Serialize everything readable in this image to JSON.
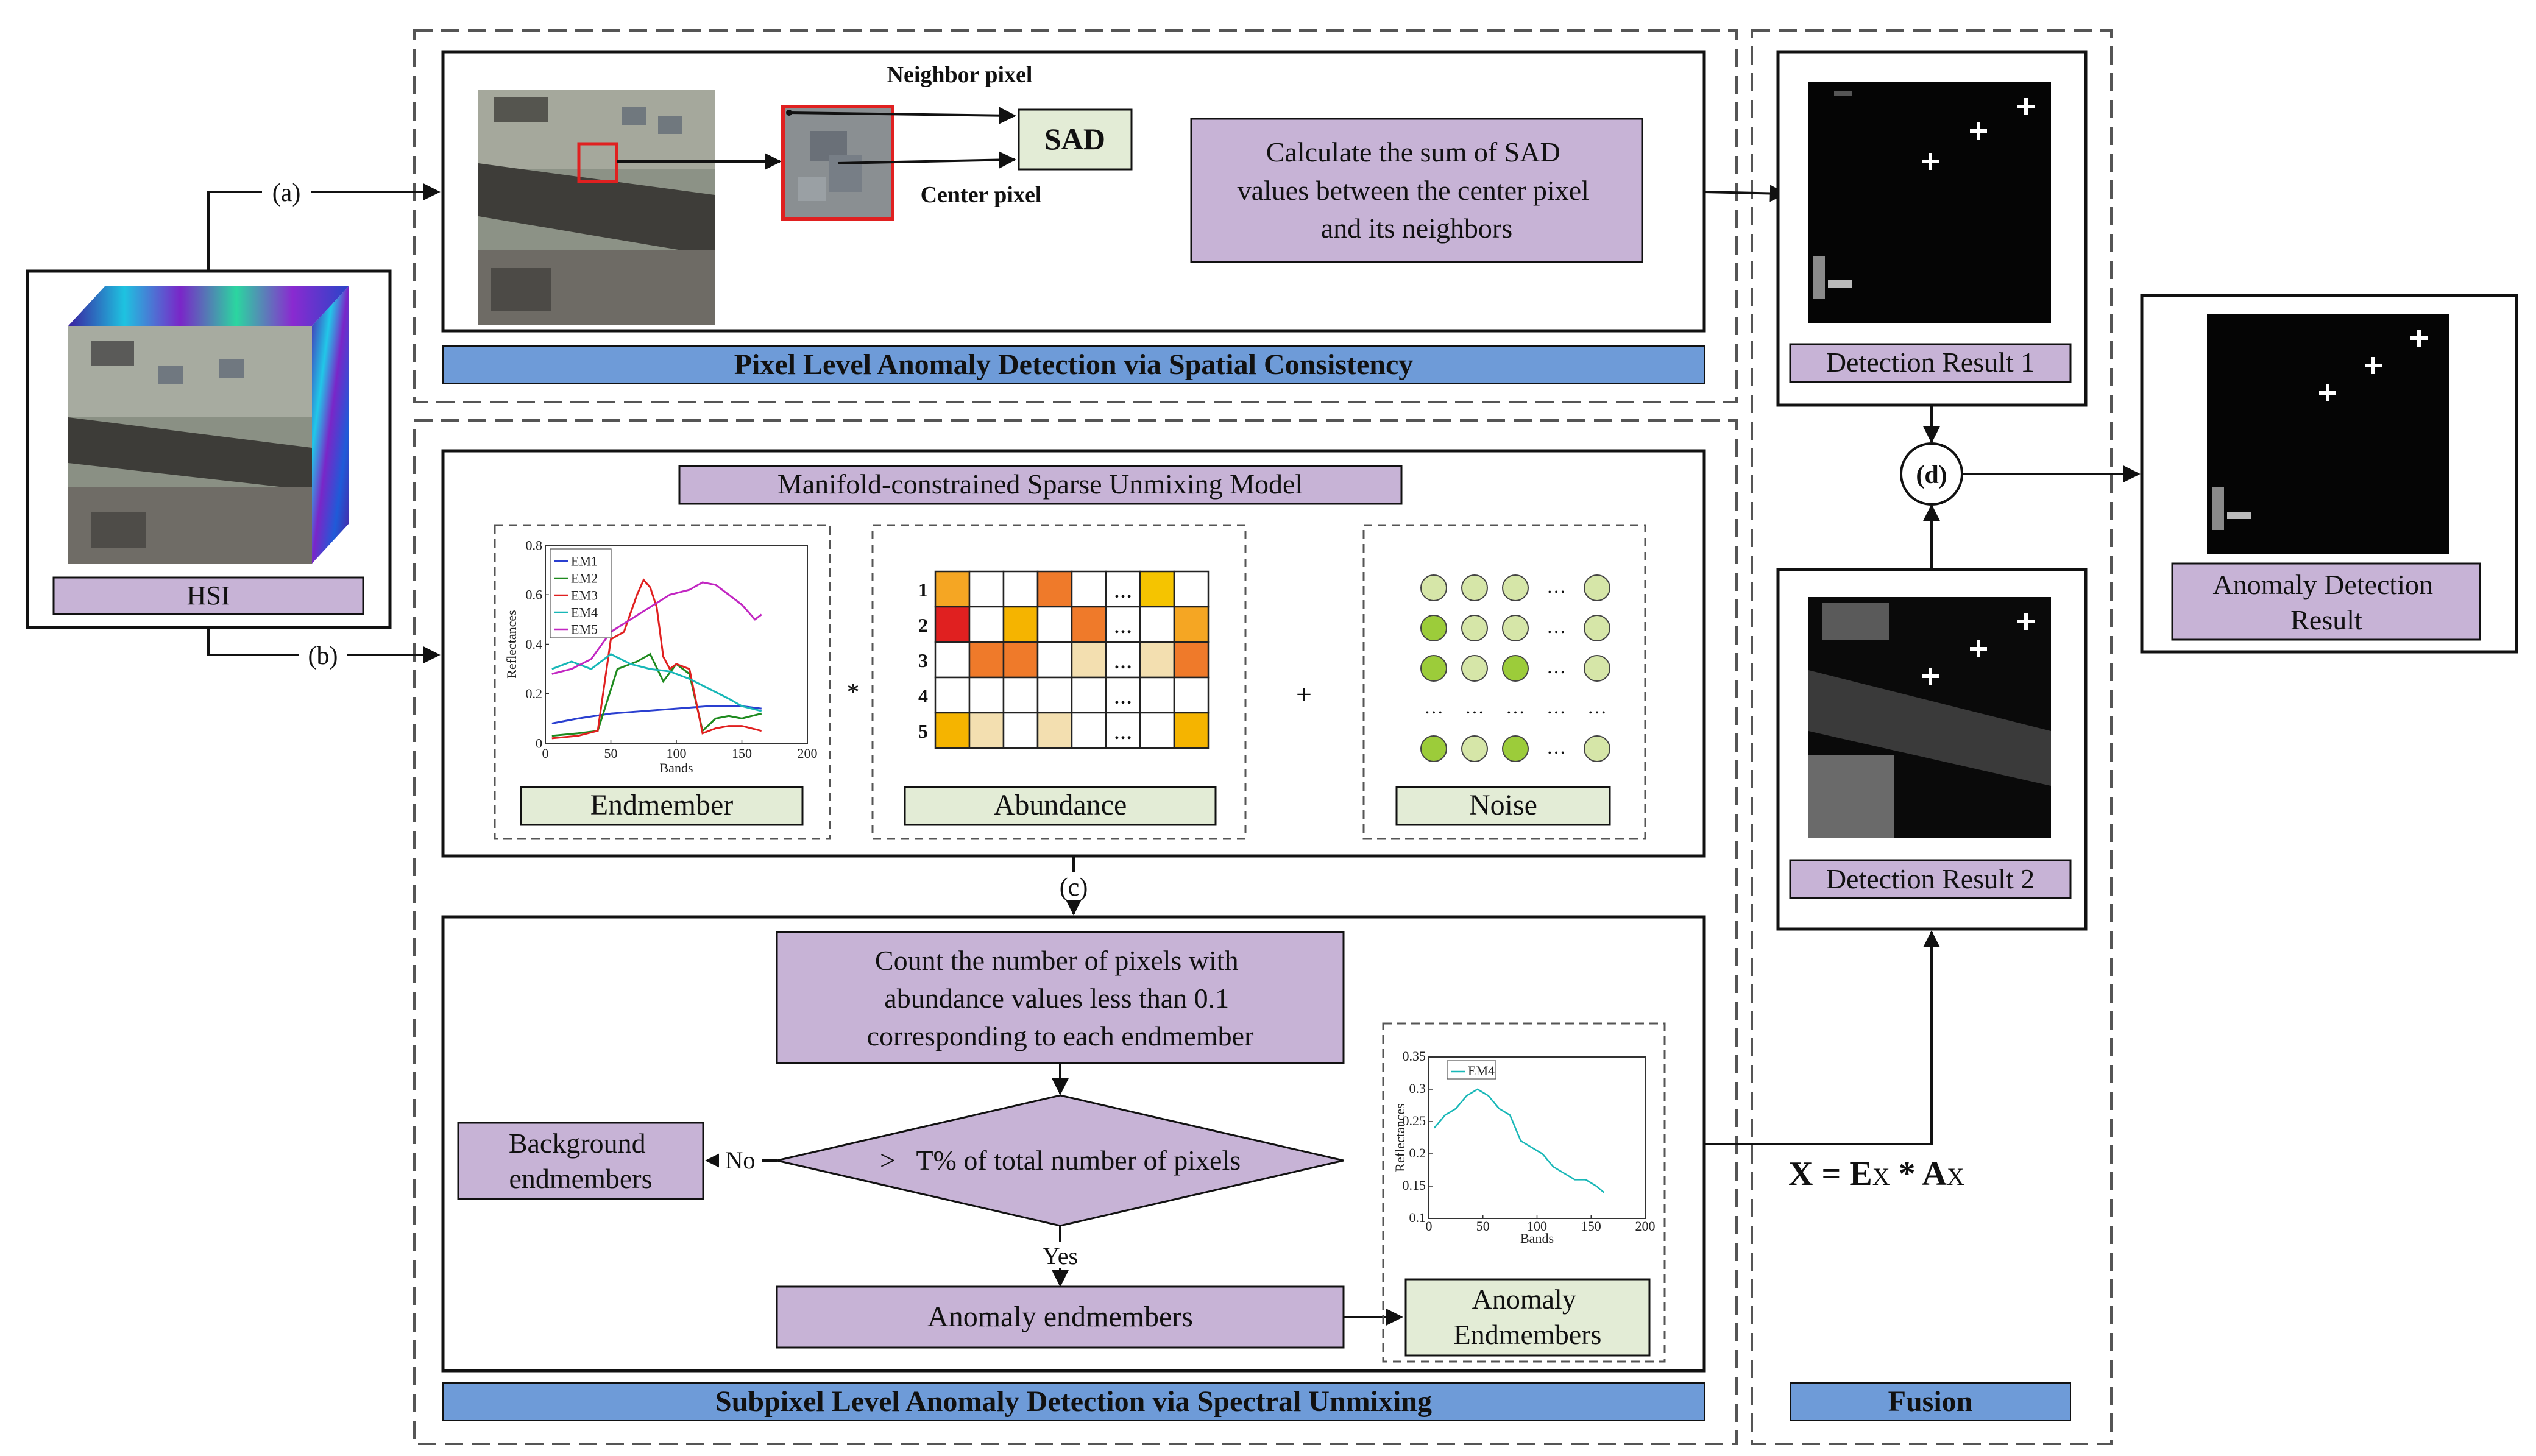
{
  "colors": {
    "purple": "#c7b3d6",
    "blue_banner": "#6e9bd8",
    "green_box": "#e3ecd6",
    "panel_border": "#111111",
    "dash": "#555555"
  },
  "hsi": {
    "label": "HSI"
  },
  "arrows": {
    "a": "(a)",
    "b": "(b)",
    "c": "(c)",
    "d": "(d)"
  },
  "pixel_level": {
    "neighbor_label": "Neighbor pixel",
    "center_label": "Center pixel",
    "sad_label": "SAD",
    "calc_text": [
      "Calculate the sum of SAD",
      "values between the center pixel",
      "and its neighbors"
    ],
    "banner": "Pixel Level Anomaly Detection via Spatial Consistency"
  },
  "unmixing": {
    "title": "Manifold-constrained Sparse Unmixing Model",
    "endmember_label": "Endmember",
    "abundance_label": "Abundance",
    "noise_label": "Noise",
    "times": "*",
    "plus": "+",
    "row_labels": [
      "1",
      "2",
      "3",
      "4",
      "5"
    ],
    "dots": "…"
  },
  "endmember_chart": {
    "type": "line",
    "xlabel": "Bands",
    "ylabel": "Reflectances",
    "xlim": [
      0,
      200
    ],
    "ylim": [
      0,
      0.8
    ],
    "x_ticks": [
      "0",
      "50",
      "100",
      "150",
      "200"
    ],
    "y_ticks": [
      "0",
      "0.2",
      "0.4",
      "0.6",
      "0.8"
    ],
    "legend": "top-left",
    "series": [
      {
        "name": "EM1",
        "color": "#2a3fd0",
        "x": [
          5,
          25,
          50,
          75,
          100,
          125,
          150,
          165
        ],
        "y": [
          0.08,
          0.1,
          0.12,
          0.13,
          0.14,
          0.15,
          0.15,
          0.14
        ]
      },
      {
        "name": "EM2",
        "color": "#1e8a1e",
        "x": [
          5,
          25,
          40,
          55,
          70,
          80,
          90,
          100,
          110,
          120,
          130,
          140,
          150,
          165
        ],
        "y": [
          0.03,
          0.04,
          0.05,
          0.3,
          0.33,
          0.36,
          0.25,
          0.32,
          0.28,
          0.05,
          0.1,
          0.11,
          0.1,
          0.12
        ]
      },
      {
        "name": "EM3",
        "color": "#e02020",
        "x": [
          5,
          25,
          40,
          50,
          60,
          70,
          75,
          80,
          85,
          90,
          95,
          100,
          110,
          120,
          130,
          140,
          150,
          165
        ],
        "y": [
          0.02,
          0.03,
          0.05,
          0.42,
          0.45,
          0.6,
          0.66,
          0.63,
          0.55,
          0.35,
          0.3,
          0.32,
          0.3,
          0.04,
          0.06,
          0.07,
          0.07,
          0.05
        ]
      },
      {
        "name": "EM4",
        "color": "#18b7b7",
        "x": [
          5,
          20,
          35,
          50,
          65,
          80,
          95,
          110,
          125,
          140,
          150,
          165
        ],
        "y": [
          0.3,
          0.33,
          0.3,
          0.36,
          0.32,
          0.3,
          0.29,
          0.26,
          0.22,
          0.18,
          0.15,
          0.13
        ]
      },
      {
        "name": "EM5",
        "color": "#c227c2",
        "x": [
          5,
          20,
          35,
          50,
          65,
          80,
          95,
          110,
          120,
          130,
          140,
          150,
          160,
          165
        ],
        "y": [
          0.28,
          0.3,
          0.34,
          0.45,
          0.5,
          0.55,
          0.6,
          0.62,
          0.65,
          0.64,
          0.6,
          0.56,
          0.5,
          0.52
        ]
      }
    ]
  },
  "abundance_grid": {
    "colors": [
      [
        "#f5a623",
        "#ffffff",
        "#ffffff",
        "#ef7a2a",
        "#ffffff",
        "#ffffff",
        "#f5c400",
        "#ffffff"
      ],
      [
        "#e02020",
        "#ffffff",
        "#f5b400",
        "#ffffff",
        "#ef7a2a",
        "#ffffff",
        "#ffffff",
        "#f5a623"
      ],
      [
        "#ffffff",
        "#ef7a2a",
        "#ef7a2a",
        "#ffffff",
        "#f3dfb0",
        "#ffffff",
        "#f3dfb0",
        "#ef7a2a"
      ],
      [
        "#ffffff",
        "#ffffff",
        "#ffffff",
        "#ffffff",
        "#ffffff",
        "#ffffff",
        "#ffffff",
        "#ffffff"
      ],
      [
        "#f5b400",
        "#f3dfb0",
        "#ffffff",
        "#f3dfb0",
        "#ffffff",
        "#ffffff",
        "#ffffff",
        "#f5b400"
      ]
    ]
  },
  "noise_grid": {
    "rows": [
      [
        "light",
        "light",
        "light",
        "dots",
        "light"
      ],
      [
        "mid",
        "light",
        "light",
        "dots",
        "light"
      ],
      [
        "mid",
        "light",
        "mid",
        "dots",
        "light"
      ],
      [
        "dots",
        "dots",
        "dots",
        "dots",
        "dots"
      ],
      [
        "mid",
        "light",
        "mid",
        "dots",
        "light"
      ]
    ]
  },
  "subpixel": {
    "count_text": [
      "Count the number of pixels with",
      "abundance values less than 0.1",
      "corresponding to each endmember"
    ],
    "decision_text": ">   T% of total number of pixels",
    "yes": "Yes",
    "no": "No",
    "background_text": [
      "Background",
      "endmembers"
    ],
    "anomaly_endmembers": "Anomaly endmembers",
    "anomaly_em_label": [
      "Anomaly",
      "Endmembers"
    ],
    "banner": "Subpixel Level Anomaly Detection via Spectral Unmixing"
  },
  "em4_chart": {
    "type": "line",
    "xlabel": "Bands",
    "ylabel": "Reflectances",
    "xlim": [
      0,
      200
    ],
    "ylim": [
      0.1,
      0.35
    ],
    "x_ticks": [
      "0",
      "50",
      "100",
      "150",
      "200"
    ],
    "y_ticks": [
      "0.1",
      "0.15",
      "0.2",
      "0.25",
      "0.3",
      "0.35"
    ],
    "series": [
      {
        "name": "EM4",
        "color": "#18b7b7",
        "x": [
          5,
          15,
          25,
          35,
          45,
          55,
          65,
          75,
          85,
          95,
          105,
          115,
          125,
          135,
          145,
          155,
          162
        ],
        "y": [
          0.24,
          0.26,
          0.27,
          0.29,
          0.3,
          0.29,
          0.27,
          0.26,
          0.22,
          0.21,
          0.2,
          0.18,
          0.17,
          0.16,
          0.16,
          0.15,
          0.14
        ]
      }
    ]
  },
  "fusion": {
    "result1": "Detection Result 1",
    "result2": "Detection Result 2",
    "equation_parts": [
      "X = ",
      "E",
      "X",
      " * ",
      "A",
      "X"
    ],
    "final": [
      "Anomaly Detection",
      "Result"
    ],
    "banner": "Fusion"
  }
}
